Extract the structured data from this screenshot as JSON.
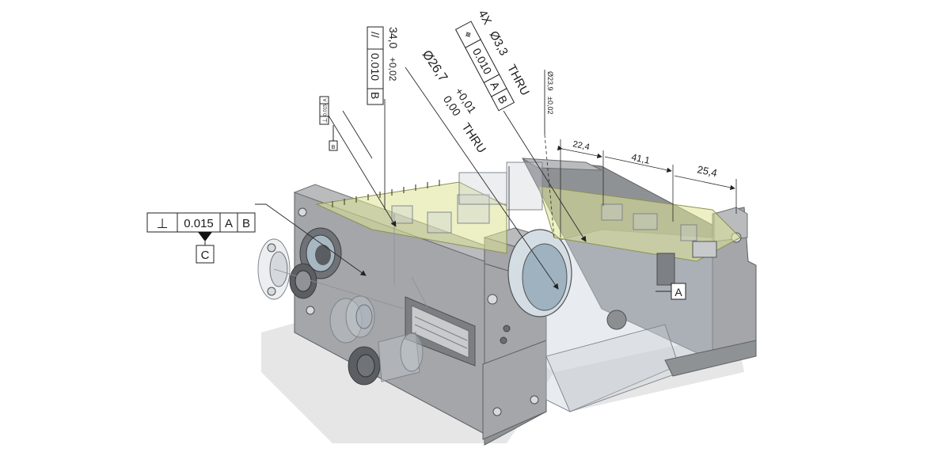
{
  "fcf_left": {
    "symbol": "⊥",
    "tolerance": "0.015",
    "datum1": "A",
    "datum2": "B",
    "datum_label": "C"
  },
  "fcf_small": {
    "symbol": "⊥",
    "tolerance": "0.015",
    "datum": "A",
    "datum_label": "B"
  },
  "dim_length": {
    "value": "34,0",
    "tolerance": "+0,02"
  },
  "fcf_parallel": {
    "symbol": "//",
    "tolerance": "0.010",
    "datum": "B"
  },
  "dim_bore": {
    "value": "Ø26,7",
    "tol_upper": "+0,01",
    "tol_lower": "0,00",
    "note": "THRU"
  },
  "dim_holes": {
    "count": "4X",
    "value": "Ø3,3",
    "note": "THRU",
    "symbol": "⌖",
    "tolerance": "0.010",
    "datum1": "A",
    "datum2": "B"
  },
  "dim_small_bore": {
    "value": "Ø23,9",
    "tolerance": "±0,02"
  },
  "dim_chain": {
    "d1": "22,4",
    "d2": "41,1",
    "d3": "25,4"
  },
  "datum_a_label": "A",
  "colors": {
    "metal": "#a4a6a9",
    "pcb": "#dfe496",
    "glass": "#cdd4de",
    "annotation": "#1b1b1b"
  }
}
